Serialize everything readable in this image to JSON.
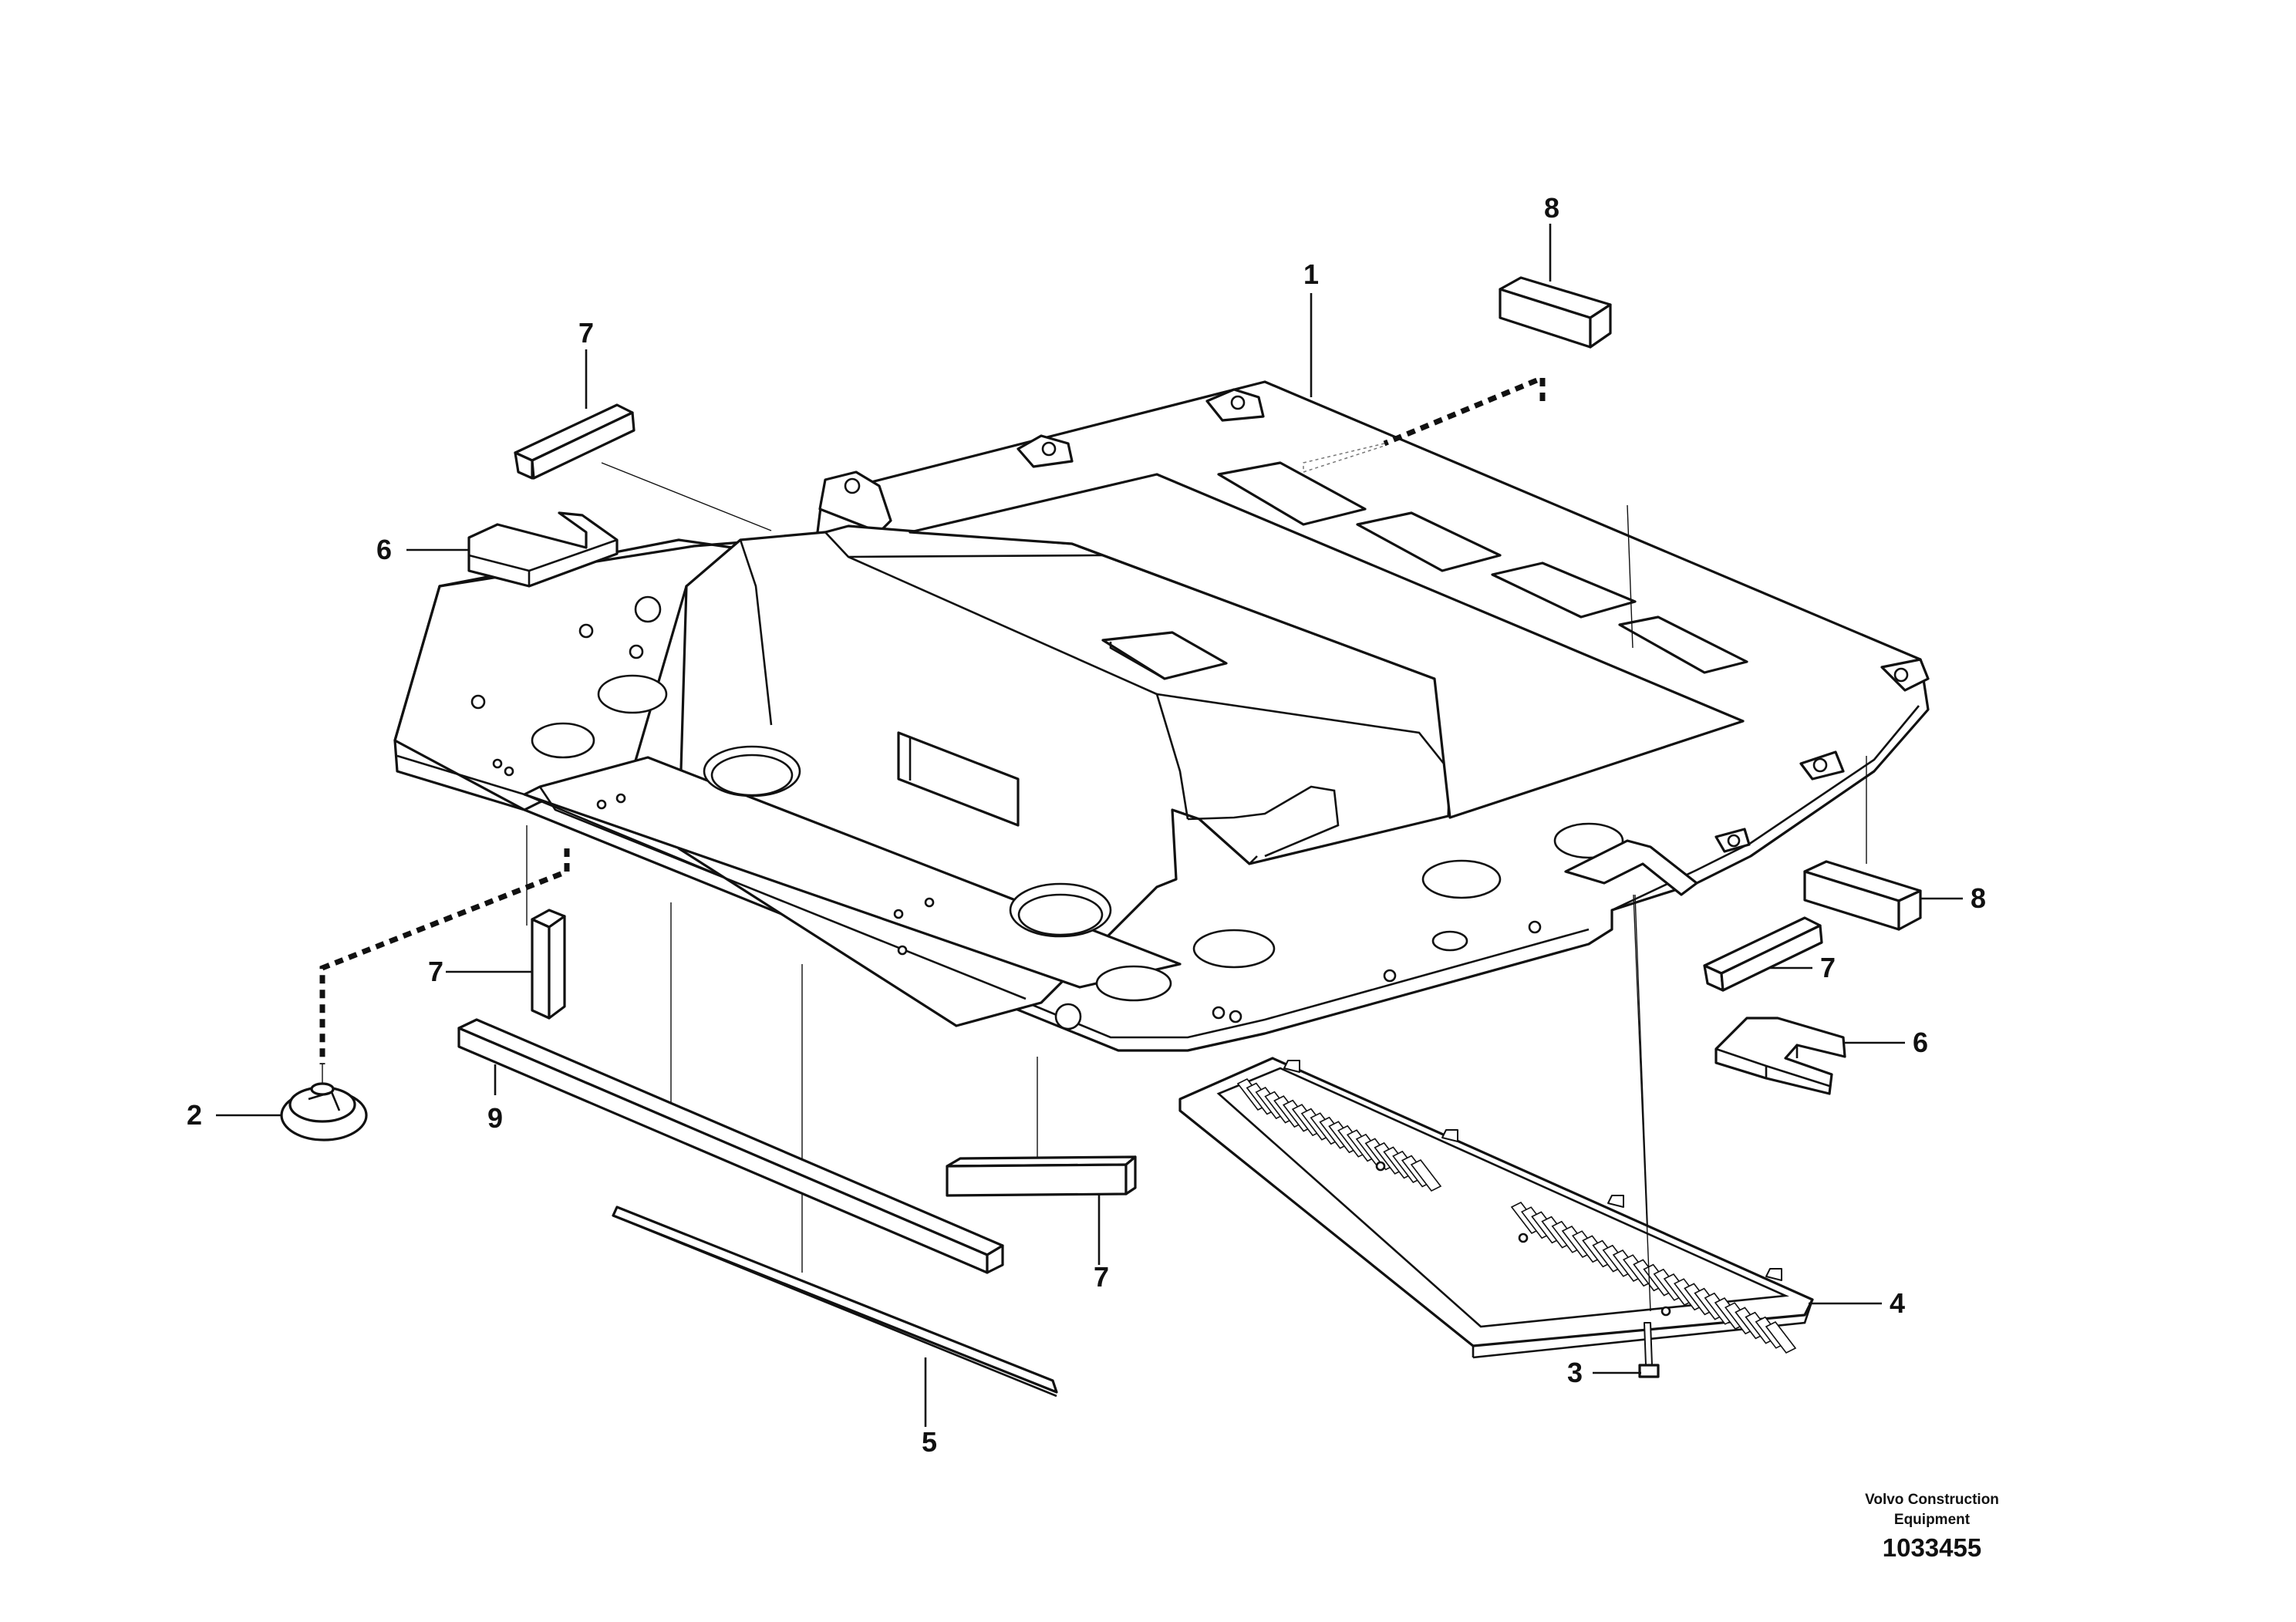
{
  "diagram": {
    "callouts": {
      "c1": "1",
      "c2": "2",
      "c3": "3",
      "c4": "4",
      "c5": "5",
      "c6a": "6",
      "c6b": "6",
      "c7a": "7",
      "c7b": "7",
      "c7c": "7",
      "c7d": "7",
      "c8a": "8",
      "c8b": "8",
      "c9": "9"
    },
    "caption_line1": "Volvo Construction",
    "caption_line2": "Equipment",
    "document_number": "1033455",
    "line_color": "#111111",
    "background": "#ffffff"
  }
}
